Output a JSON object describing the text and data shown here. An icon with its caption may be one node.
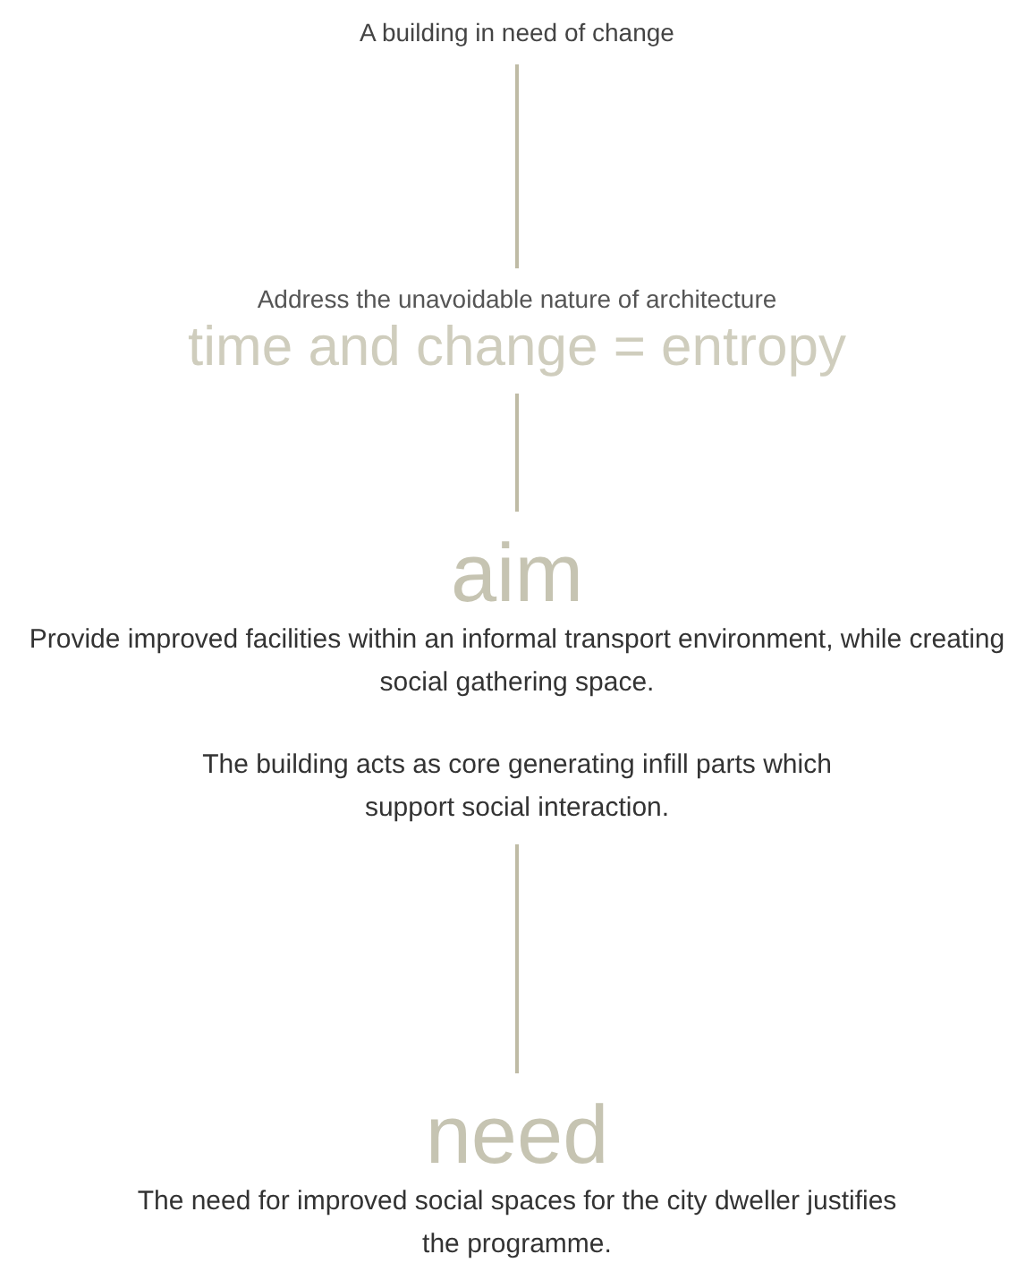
{
  "diagram": {
    "nodes": [
      {
        "text": [
          "A building in need of change"
        ]
      },
      {
        "text": [
          "Address the unavoidable nature of architecture",
          "time and change = entropy"
        ]
      },
      {
        "text": [
          "aim",
          "Provide improved facilities within an informal transport environment, while creating social gathering space."
        ]
      },
      {
        "text": [
          "The building acts as core generating infill parts which support social interaction."
        ]
      },
      {
        "text": [
          "need",
          "The need for improved social spaces for the city dweller justifies the programme."
        ]
      }
    ],
    "edges": [
      {
        "from": 0,
        "to": 1,
        "arrow": "none"
      },
      {
        "from": 1,
        "to": 2,
        "arrow": "none"
      },
      {
        "from": 3,
        "to": 4,
        "arrow": "none"
      }
    ]
  }
}
